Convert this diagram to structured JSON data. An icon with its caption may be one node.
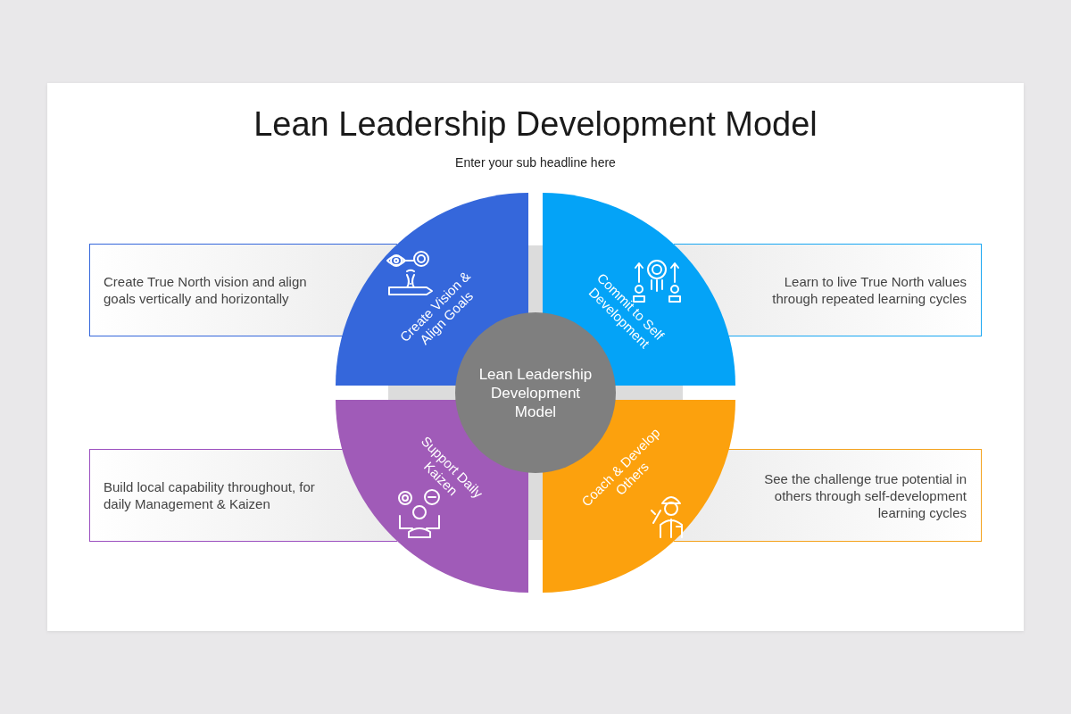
{
  "diagram": {
    "title": "Lean Leadership Development Model",
    "nodes": [
      {
        "text": [
          "Create True North vision and align goals vertically and horizontally"
        ]
      },
      {
        "text": [
          "Learn to live True North values through repeated learning cycles"
        ]
      },
      {
        "text": [
          "Create Vision & Align Goals"
        ]
      },
      {
        "text": [
          "Commit to Self Development"
        ]
      },
      {
        "text": [
          "Support Daily Kaizen"
        ]
      },
      {
        "text": [
          "Coach & Develop Others"
        ]
      },
      {
        "text": [
          "Lean Leadership Development Model"
        ]
      },
      {
        "text": [
          "Build local capability throughout, for daily Management & Kaizen"
        ]
      },
      {
        "text": [
          "See the challenge true potential in others through self-development learning cycles"
        ]
      }
    ],
    "labels": [
      "Enter your sub headline here"
    ]
  }
}
